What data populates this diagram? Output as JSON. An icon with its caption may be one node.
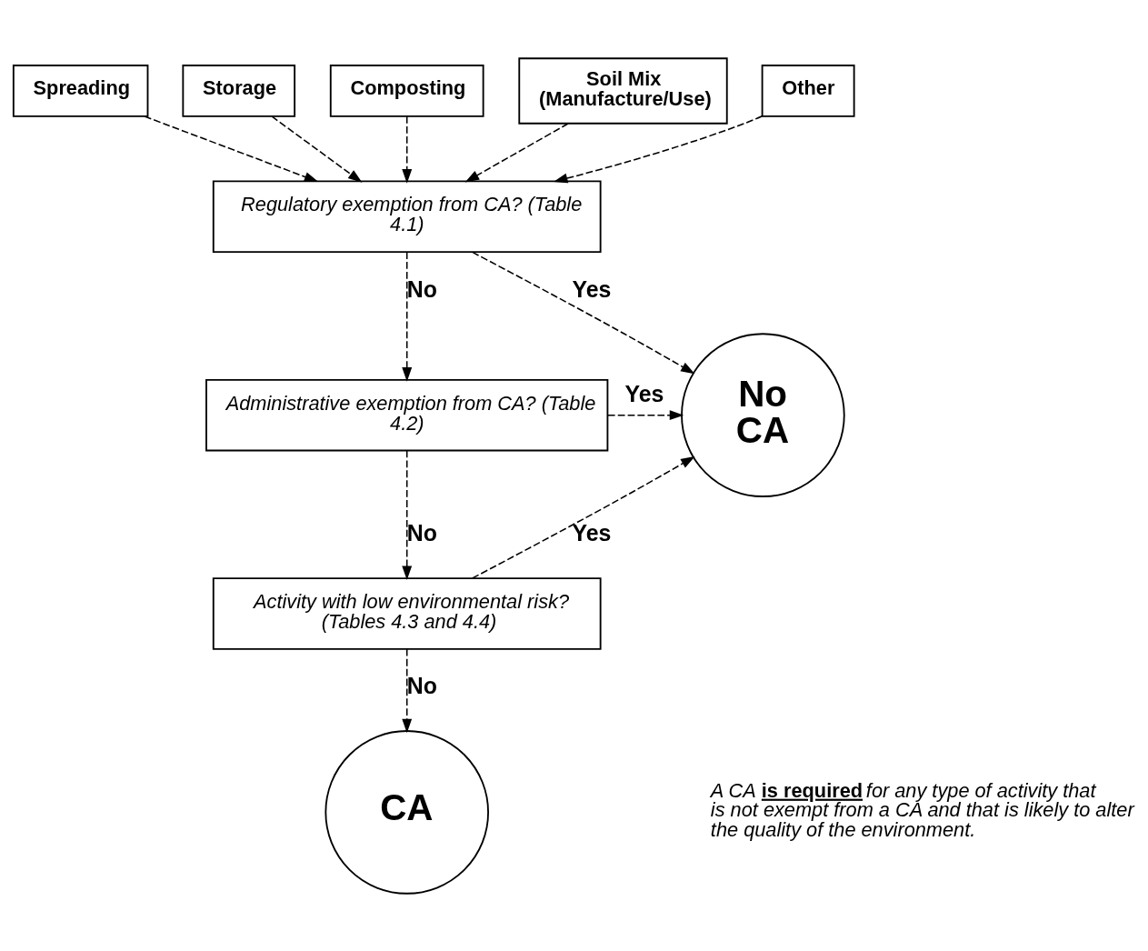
{
  "diagram": {
    "nodes": [
      {
        "text": [
          "Spreading"
        ]
      },
      {
        "text": [
          "Storage"
        ]
      },
      {
        "text": [
          "Composting"
        ]
      },
      {
        "text": [
          "Soil Mix (Manufacture/Use)"
        ]
      },
      {
        "text": [
          "Other"
        ]
      },
      {
        "text": [
          "Regulatory exemption from CA? (Table 4.1)"
        ]
      },
      {
        "text": [
          "Administrative exemption from CA? (Table 4.2)"
        ]
      },
      {
        "text": [
          "Activity with low environmental risk? (Tables 4.3 and 4.4)"
        ]
      },
      {
        "text": [
          "No CA"
        ]
      },
      {
        "text": [
          "CA"
        ]
      }
    ],
    "edges": [
      {
        "from": 0,
        "to": 5,
        "arrow": "to",
        "style": "dashed"
      },
      {
        "from": 1,
        "to": 5,
        "arrow": "to",
        "style": "dashed"
      },
      {
        "from": 2,
        "to": 5,
        "arrow": "to",
        "style": "dashed"
      },
      {
        "from": 3,
        "to": 5,
        "arrow": "to",
        "style": "dashed"
      },
      {
        "from": 4,
        "to": 5,
        "arrow": "to",
        "style": "dashed"
      },
      {
        "from": 5,
        "to": 8,
        "arrow": "to",
        "style": "dashed",
        "label": "Yes"
      },
      {
        "from": 5,
        "to": 6,
        "arrow": "to",
        "style": "dashed",
        "label": "No"
      },
      {
        "from": 6,
        "to": 8,
        "arrow": "to",
        "style": "dashed",
        "label": "Yes"
      },
      {
        "from": 6,
        "to": 7,
        "arrow": "to",
        "style": "dashed",
        "label": "No"
      },
      {
        "from": 7,
        "to": 8,
        "arrow": "to",
        "style": "dashed",
        "label": "Yes"
      },
      {
        "from": 7,
        "to": 9,
        "arrow": "to",
        "style": "dashed",
        "label": "No"
      }
    ],
    "labels": [
      "A CA **is required** for any type of activity that is not exempt from a CA and that is likely to alter the quality of the environment."
    ]
  }
}
